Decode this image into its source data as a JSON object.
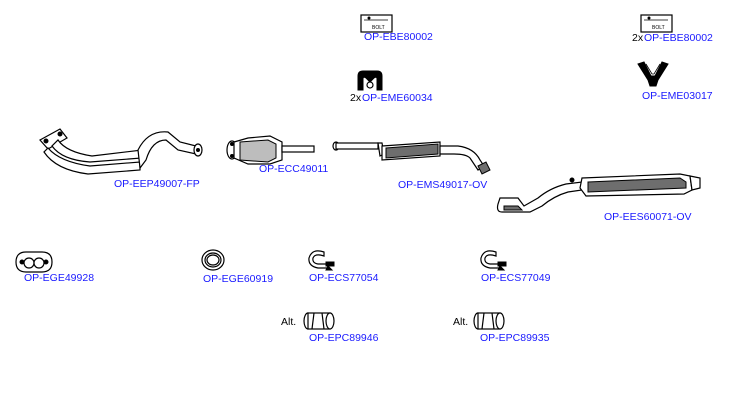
{
  "parts": [
    {
      "id": "bolt_1",
      "label": "OP-EBE80002",
      "qty": "",
      "icon": "bolt-pack-icon"
    },
    {
      "id": "bolt_2",
      "label": "OP-EBE80002",
      "qty": "2x",
      "icon": "bolt-pack-icon"
    },
    {
      "id": "mount_rubber",
      "label": "OP-EME60034",
      "qty": "2x",
      "icon": "rubber-mount-icon"
    },
    {
      "id": "mount_bracket",
      "label": "OP-EME03017",
      "qty": "",
      "icon": "bracket-mount-icon"
    },
    {
      "id": "front_pipe",
      "label": "OP-EEP49007-FP",
      "icon": "front-pipe-icon"
    },
    {
      "id": "catalyst",
      "label": "OP-ECC49011",
      "icon": "catalytic-converter-icon"
    },
    {
      "id": "middle_silencer",
      "label": "OP-EMS49017-OV",
      "icon": "middle-silencer-icon"
    },
    {
      "id": "rear_silencer",
      "label": "OP-EES60071-OV",
      "icon": "rear-silencer-icon"
    },
    {
      "id": "gasket_flange",
      "label": "OP-EGE49928",
      "icon": "flange-gasket-icon"
    },
    {
      "id": "gasket_ring",
      "label": "OP-EGE60919",
      "icon": "ring-gasket-icon"
    },
    {
      "id": "clamp_1",
      "label": "OP-ECS77054",
      "icon": "clamp-icon"
    },
    {
      "id": "clamp_2",
      "label": "OP-ECS77049",
      "icon": "clamp-icon"
    },
    {
      "id": "connector_1",
      "label": "OP-EPC89946",
      "alt": "Alt.",
      "icon": "pipe-connector-icon"
    },
    {
      "id": "connector_2",
      "label": "OP-EPC89935",
      "alt": "Alt.",
      "icon": "pipe-connector-icon"
    }
  ],
  "bolt_pack_text": "BOLT"
}
